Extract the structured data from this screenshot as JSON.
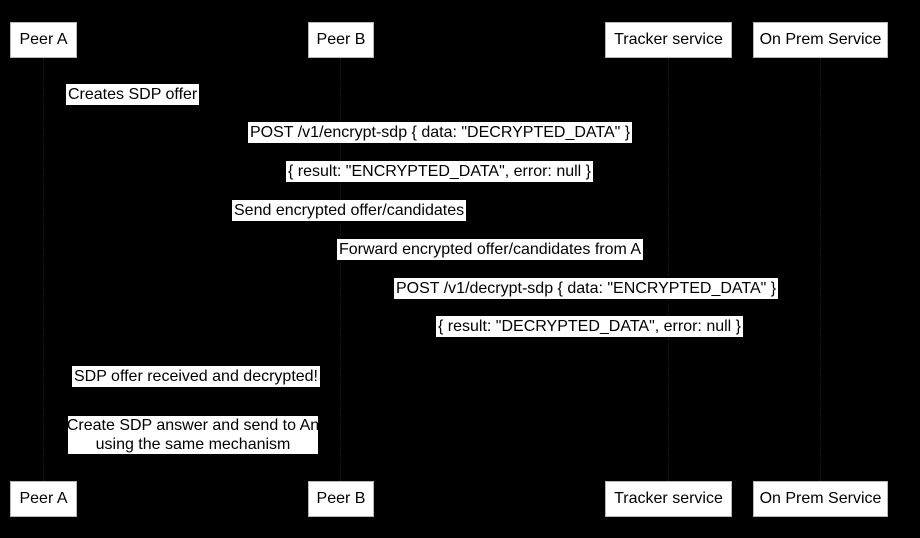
{
  "colors": {
    "background": "#000000",
    "box_fill": "#ffffff",
    "box_text": "#000000"
  },
  "participants": {
    "peer_a": "Peer A",
    "peer_b": "Peer B",
    "tracker": "Tracker service",
    "on_prem": "On Prem Service"
  },
  "messages": {
    "creates_offer": "Creates SDP offer",
    "post_encrypt": "POST /v1/encrypt-sdp { data: \"DECRYPTED_DATA\" }",
    "encrypt_result": "{ result: \"ENCRYPTED_DATA\", error: null }",
    "send_encrypted": "Send encrypted offer/candidates",
    "forward_encrypted": "Forward encrypted offer/candidates from A",
    "post_decrypt": "POST /v1/decrypt-sdp { data: \"ENCRYPTED_DATA\" }",
    "decrypt_result": "{ result: \"DECRYPTED_DATA\", error: null }",
    "offer_received": "SDP offer received and decrypted!"
  },
  "note": {
    "line1": "Create SDP answer and send to An",
    "line2": "using the same mechanism"
  }
}
